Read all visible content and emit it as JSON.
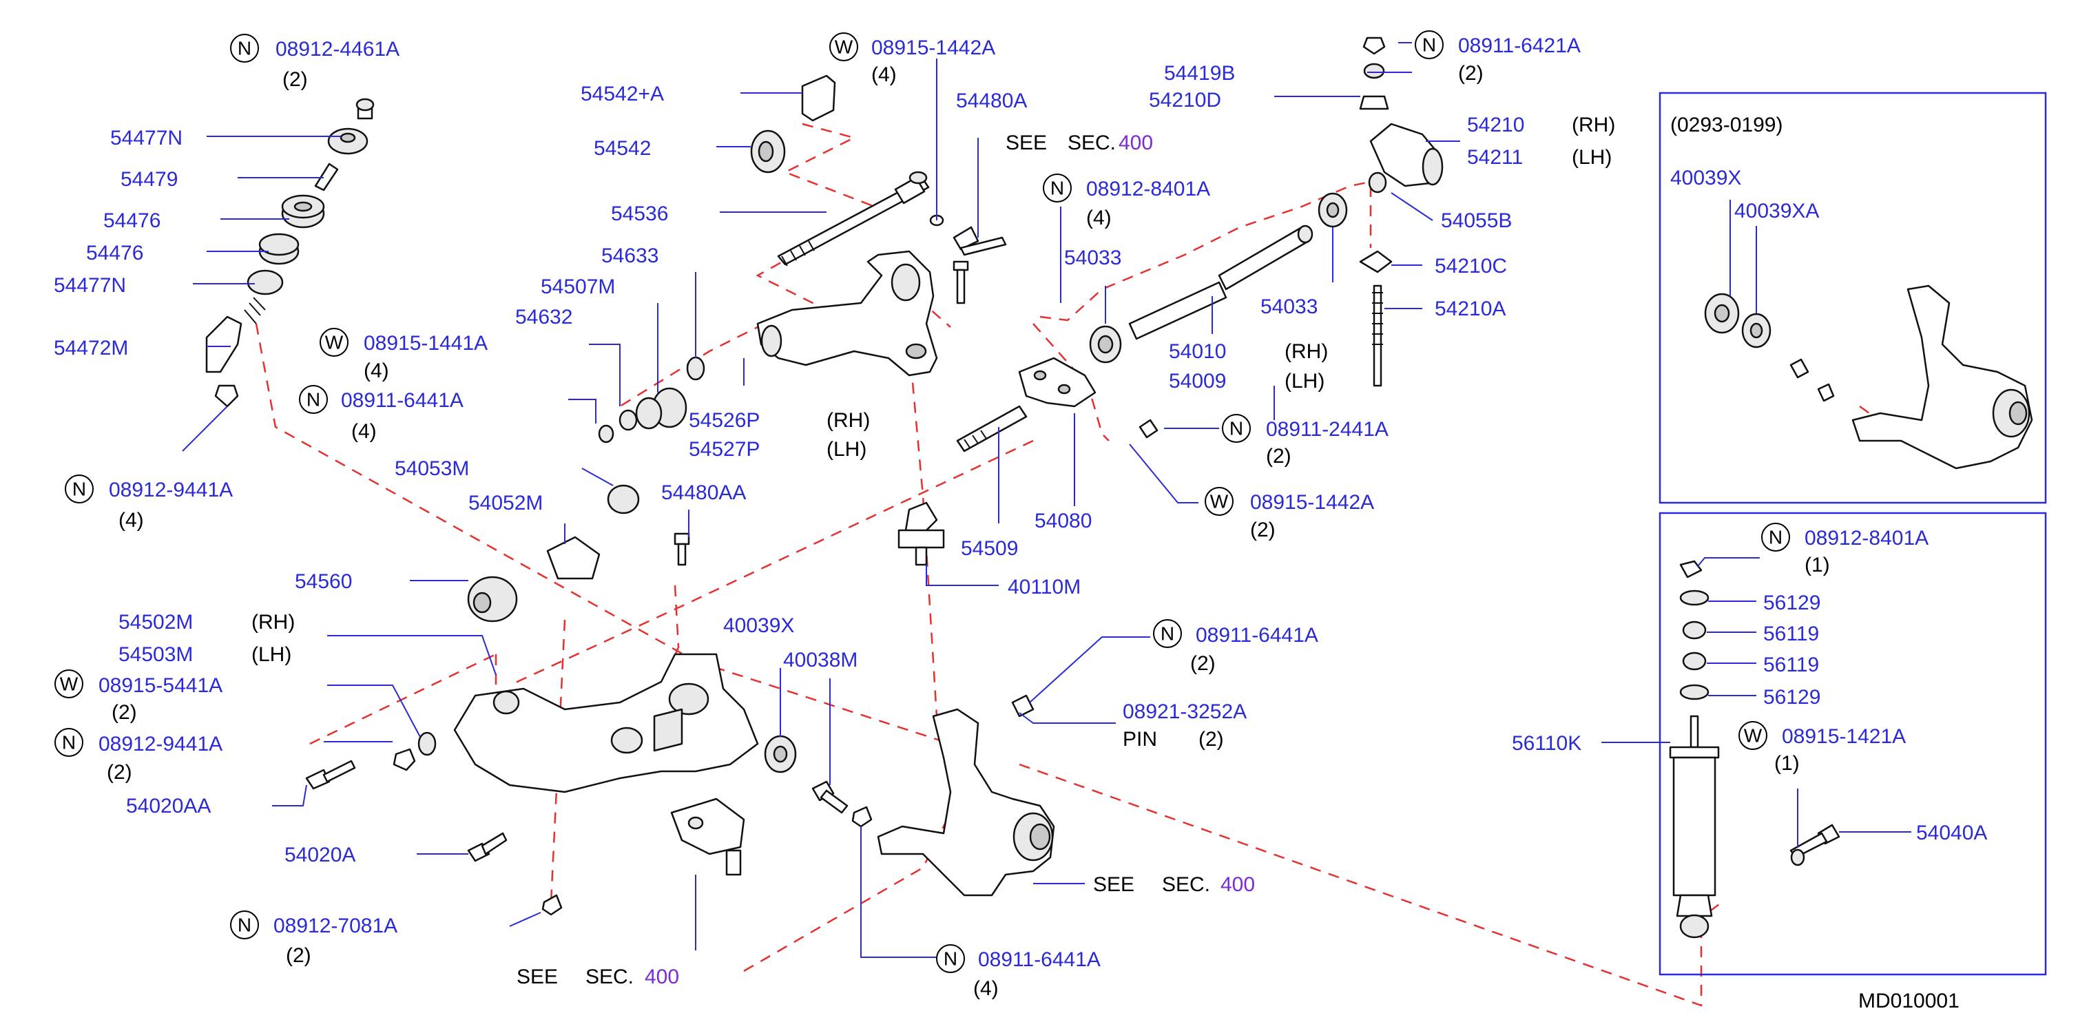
{
  "diagram_code": "MD010001",
  "inset_top": {
    "range": "(0293-0199)",
    "parts": [
      "40039X",
      "40039XA"
    ]
  },
  "labels": {
    "n_08912_4461A": "08912-4461A",
    "q_2a": "(2)",
    "p_54477N_a": "54477N",
    "p_54479": "54479",
    "p_54476_a": "54476",
    "p_54476_b": "54476",
    "p_54477N_b": "54477N",
    "p_54472M": "54472M",
    "n_08912_9441A_a": "08912-9441A",
    "q_4a": "(4)",
    "w_08915_1442A_a": "08915-1442A",
    "q_4b": "(4)",
    "p_54542A": "54542+A",
    "p_54542": "54542",
    "p_54536": "54536",
    "p_54480A": "54480A",
    "see1": "SEE",
    "sec1": "SEC.",
    "sec1n": "400",
    "p_54633": "54633",
    "p_54507M": "54507M",
    "p_54632": "54632",
    "w_08915_1441A": "08915-1441A",
    "q_4c": "(4)",
    "n_08911_6441A_a": "08911-6441A",
    "q_4d": "(4)",
    "p_54526P": "54526P",
    "rh1": "(RH)",
    "p_54527P": "54527P",
    "lh1": "(LH)",
    "n_08912_8401A_a": "08912-8401A",
    "q_4e": "(4)",
    "p_54033_a": "54033",
    "p_54033_b": "54033",
    "p_54010": "54010",
    "rh2": "(RH)",
    "p_54009": "54009",
    "lh2": "(LH)",
    "n_08911_6421A": "08911-6421A",
    "q_2b": "(2)",
    "p_54419B": "54419B",
    "p_54210D": "54210D",
    "p_54210": "54210",
    "rh3": "(RH)",
    "p_54211": "54211",
    "lh3": "(LH)",
    "p_54055B": "54055B",
    "p_54210C": "54210C",
    "p_54210A": "54210A",
    "n_08911_2441A": "08911-2441A",
    "q_2c": "(2)",
    "w_08915_1442A_b": "08915-1442A",
    "q_2d": "(2)",
    "p_54509": "54509",
    "p_54080": "54080",
    "p_54053M": "54053M",
    "p_54052M": "54052M",
    "p_54480AA": "54480AA",
    "p_40110M": "40110M",
    "p_54560": "54560",
    "p_54502M": "54502M",
    "rh4": "(RH)",
    "p_54503M": "54503M",
    "lh4": "(LH)",
    "w_08915_5441A": "08915-5441A",
    "q_2e": "(2)",
    "n_08912_9441A_b": "08912-9441A",
    "q_2f": "(2)",
    "p_54020AA": "54020AA",
    "p_54020A": "54020A",
    "n_08912_7081A": "08912-7081A",
    "q_2g": "(2)",
    "see2": "SEE",
    "sec2": "SEC.",
    "sec2n": "400",
    "p_40039X": "40039X",
    "p_40038M": "40038M",
    "n_08911_6441A_b": "08911-6441A",
    "q_2h": "(2)",
    "n_08921_3252A": "08921-3252A",
    "pin": "PIN",
    "q_2i": "(2)",
    "see3": "SEE",
    "sec3": "SEC.",
    "sec3n": "400",
    "n_08911_6441A_c": "08911-6441A",
    "q_4f": "(4)",
    "n_08912_8401A_b": "08912-8401A",
    "q_1a": "(1)",
    "p_56129_a": "56129",
    "p_56119_a": "56119",
    "p_56119_b": "56119",
    "p_56129_b": "56129",
    "p_56110K": "56110K",
    "w_08915_1421A": "08915-1421A",
    "q_1b": "(1)",
    "p_54040A": "54040A",
    "mark_N": "N",
    "mark_W": "W"
  }
}
